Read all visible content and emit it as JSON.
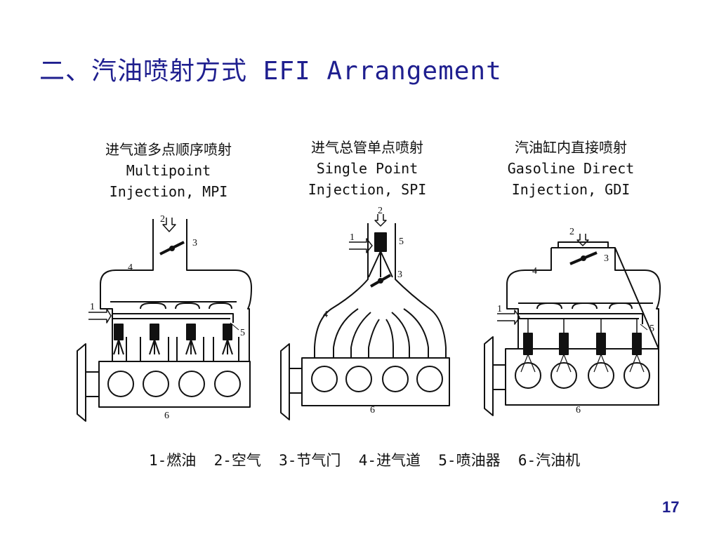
{
  "slide": {
    "title": "二、汽油喷射方式 EFI Arrangement",
    "page_number": "17"
  },
  "diagrams": [
    {
      "zh": "进气道多点顺序喷射",
      "en1": "Multipoint",
      "en2": "Injection, MPI"
    },
    {
      "zh": "进气总管单点喷射",
      "en1": "Single Point",
      "en2": "Injection, SPI"
    },
    {
      "zh": "汽油缸内直接喷射",
      "en1": "Gasoline Direct",
      "en2": "Injection, GDI"
    }
  ],
  "callouts": {
    "n1": "1",
    "n2": "2",
    "n3": "3",
    "n4": "4",
    "n5": "5",
    "n6": "6"
  },
  "legend": "1-燃油  2-空气  3-节气门  4-进气道  5-喷油器  6-汽油机"
}
